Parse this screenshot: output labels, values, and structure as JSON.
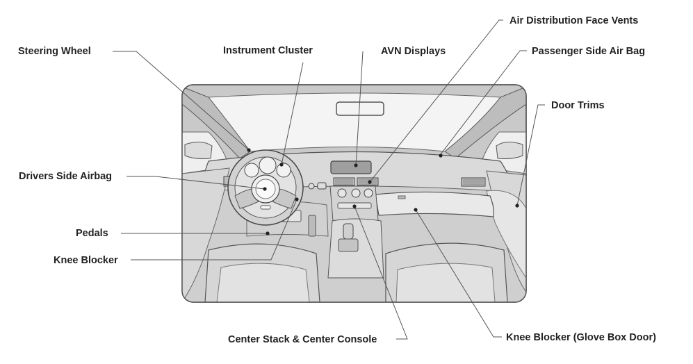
{
  "labels": {
    "steering_wheel": "Steering Wheel",
    "instrument_cluster": "Instrument Cluster",
    "avn_displays": "AVN Displays",
    "air_distribution_face_vents": "Air Distribution Face Vents",
    "passenger_side_air_bag": "Passenger Side Air Bag",
    "door_trims": "Door Trims",
    "drivers_side_airbag": "Drivers Side Airbag",
    "pedals": "Pedals",
    "knee_blocker": "Knee Blocker",
    "center_stack_center_console": "Center Stack & Center Console",
    "knee_blocker_glove_box_door": "Knee Blocker (Glove Box Door)"
  },
  "colors": {
    "frame_fill": "#c9c9c9",
    "surface_fill": "#d8d8d8",
    "light_fill": "#e9e9e9",
    "window_fill": "#f4f4f4",
    "line": "#555555",
    "label_text": "#222222"
  }
}
